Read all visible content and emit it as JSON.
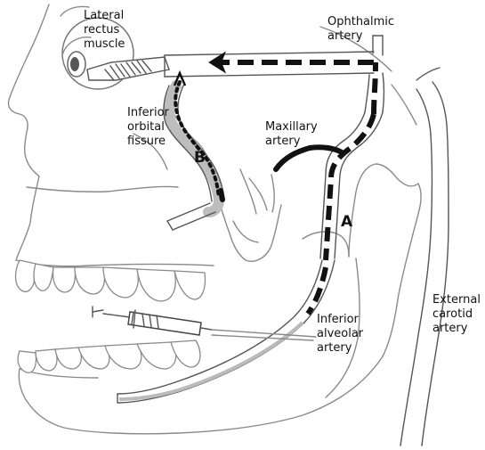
{
  "labels": {
    "lateral_rectus": [
      "Lateral",
      "rectus",
      "muscle"
    ],
    "ophthalmic": [
      "Ophthalmic",
      "artery"
    ],
    "inferior_orbital": [
      "Inferior",
      "orbital",
      "fissure"
    ],
    "maxillary": [
      "Maxillary",
      "artery"
    ],
    "point_a": "A",
    "point_b": "B",
    "inferior_alveolar": [
      "Inferior",
      "alveolar",
      "artery"
    ],
    "external_carotid": [
      "External",
      "carotid",
      "artery"
    ]
  }
}
